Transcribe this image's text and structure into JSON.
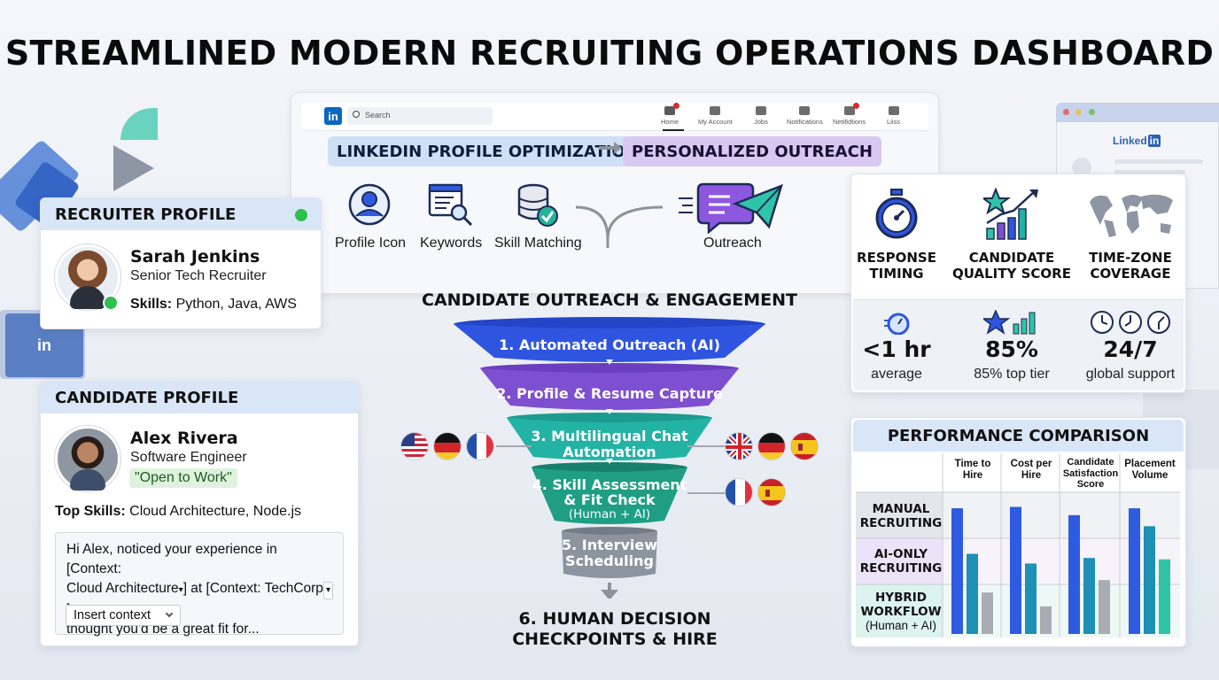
{
  "title": "STREAMLINED MODERN RECRUITING OPERATIONS DASHBOARD",
  "linkedin_nav": {
    "logo": "in",
    "search_placeholder": "Search",
    "items": [
      {
        "label": "Home",
        "icon": "home-icon"
      },
      {
        "label": "My Account",
        "icon": "people-icon"
      },
      {
        "label": "Jobs",
        "icon": "briefcase-icon"
      },
      {
        "label": "Notifications",
        "icon": "chat-icon"
      },
      {
        "label": "Netifidtions",
        "icon": "bell-icon"
      },
      {
        "label": "Liiss",
        "icon": "briefcase-icon"
      }
    ]
  },
  "pipeline_header": {
    "left": "LINKEDIN PROFILE OPTIMIZATION",
    "right": "PERSONALIZED OUTREACH"
  },
  "features": [
    {
      "label": "Profile Icon",
      "icon": "profile-icon"
    },
    {
      "label": "Keywords",
      "icon": "keywords-search-icon"
    },
    {
      "label": "Skill Matching",
      "icon": "database-check-icon"
    },
    {
      "label": "Outreach",
      "icon": "message-send-icon"
    }
  ],
  "recruiter": {
    "heading": "RECRUITER PROFILE",
    "name": "Sarah Jenkins",
    "role": "Senior Tech Recruiter",
    "skills_label": "Skills:",
    "skills": "Python, Java, AWS",
    "status_color": "#2fbf4f"
  },
  "candidate": {
    "heading": "CANDIDATE PROFILE",
    "name": "Alex Rivera",
    "role": "Software Engineer",
    "badge": "\"Open to Work\"",
    "skills_label": "Top Skills:",
    "skills": "Cloud Architecture, Node.js",
    "message": {
      "part1": "Hi Alex, noticed your experience in [Context:",
      "chip1": "Cloud Architecture",
      "part2": "] at [Context: TechCorp",
      "chip2": "",
      "part3": "],",
      "part4": "thought you'd be a great fit for..."
    },
    "insert_label": "Insert context"
  },
  "funnel": {
    "title": "CANDIDATE OUTREACH & ENGAGEMENT",
    "stages": [
      {
        "line1": "1. Automated Outreach (AI)",
        "color": "#2f55e0"
      },
      {
        "line1": "2. Profile & Resume Capture",
        "color": "#7e4fd0"
      },
      {
        "line1": "3. Multilingual Chat",
        "line2": "Automation",
        "color": "#23b3a5"
      },
      {
        "line1": "4. Skill Assessment",
        "line2": "& Fit Check",
        "line3": "(Human + AI)",
        "color": "#1f9e84"
      },
      {
        "line1": "5. Interview",
        "line2": "Scheduling",
        "color": "#8c959e"
      }
    ],
    "final": "6. HUMAN DECISION CHECKPOINTS & HIRE",
    "final_line1": "6. HUMAN DECISION",
    "final_line2": "CHECKPOINTS & HIRE"
  },
  "flags": {
    "left_stage3": [
      "us-flag",
      "de-flag",
      "fr-flag"
    ],
    "right_stage3": [
      "uk-flag",
      "de-flag",
      "es-flag"
    ],
    "right_stage4": [
      "fr-flag",
      "es-flag"
    ]
  },
  "metrics": [
    {
      "label1": "RESPONSE",
      "label2": "TIMING",
      "value": "<1 hr",
      "sub": "average",
      "icon": "stopwatch-icon"
    },
    {
      "label1": "CANDIDATE",
      "label2": "QUALITY SCORE",
      "value": "85%",
      "sub": "85% top tier",
      "icon": "star-bar-chart-icon"
    },
    {
      "label1": "TIME-ZONE",
      "label2": "COVERAGE",
      "value": "24/7",
      "sub": "global support",
      "icon": "world-map-icon"
    }
  ],
  "performance": {
    "title": "PERFORMANCE COMPARISON",
    "columns": [
      {
        "line1": "Time to",
        "line2": "Hire"
      },
      {
        "line1": "Cost per",
        "line2": "Hire"
      },
      {
        "line1": "Candidate",
        "line2": "Satisfaction",
        "line3": "Score"
      },
      {
        "line1": "Placement",
        "line2": "Volume"
      }
    ],
    "rows": [
      {
        "line1": "MANUAL",
        "line2": "RECRUITING"
      },
      {
        "line1": "AI-ONLY",
        "line2": "RECRUITING"
      },
      {
        "line1": "HYBRID",
        "line2": "WORKFLOW",
        "line3": "(Human + AI)"
      }
    ],
    "series_colors": [
      "#2f5be0",
      "#1e8fb5",
      "#a9adb3",
      "#2fc4a8"
    ],
    "bars": [
      [
        0.91,
        0.58,
        0.3
      ],
      [
        0.92,
        0.51,
        0.2
      ],
      [
        0.86,
        0.55,
        0.39
      ],
      [
        0.91,
        0.78,
        0.54
      ]
    ]
  },
  "bg_linkedin": {
    "label": "Linked",
    "in": "in"
  }
}
